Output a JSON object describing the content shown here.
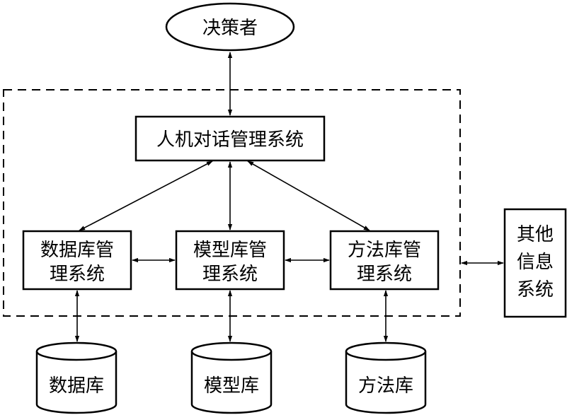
{
  "nodes": {
    "decision_maker": "决策者",
    "dialog_system": "人机对话管理系统",
    "db_mgmt": [
      "数据库管",
      "理系统"
    ],
    "model_mgmt": [
      "模型库管",
      "理系统"
    ],
    "method_mgmt": [
      "方法库管",
      "理系统"
    ],
    "other_systems": [
      "其他",
      "信息",
      "系统"
    ],
    "database": "数据库",
    "model_base": "模型库",
    "method_base": "方法库"
  }
}
